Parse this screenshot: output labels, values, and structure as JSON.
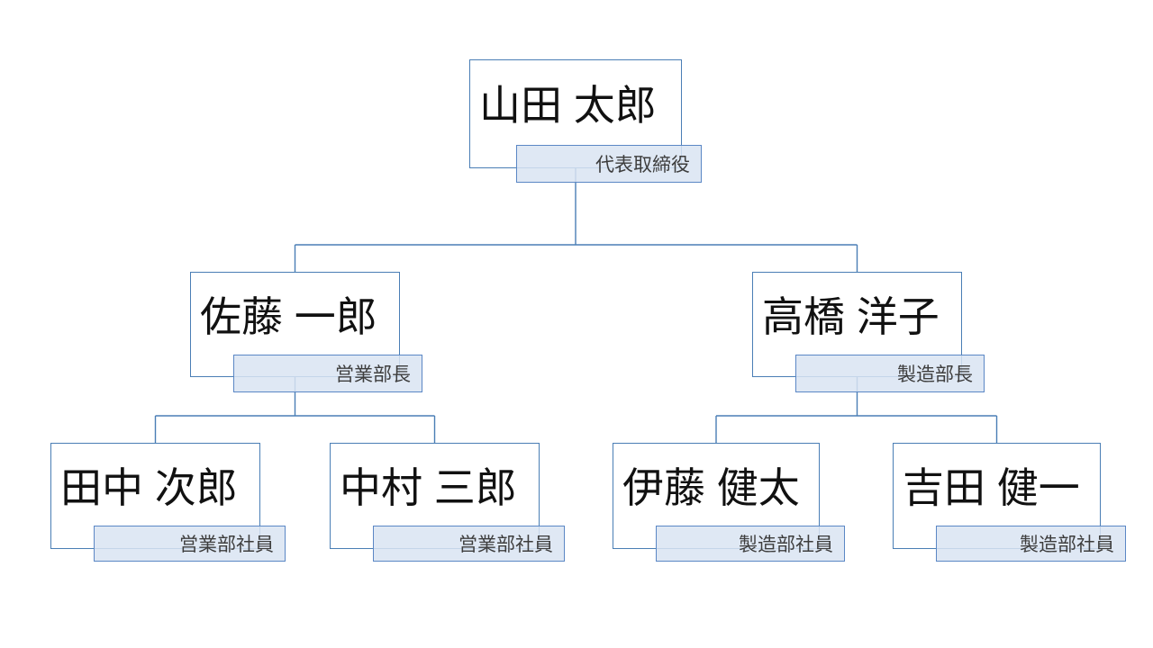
{
  "diagram": {
    "kind": "org-chart",
    "background_color": "#ffffff",
    "colors": {
      "box_fill": "#ffffff",
      "box_border": "#4a7eb5",
      "title_bar_fill": "#d9e4f2",
      "title_bar_border": "#5b87c5",
      "connector": "#4a7eb5",
      "name_text": "#111111",
      "title_text": "#3d3d3d"
    },
    "nodes": [
      {
        "id": "ceo",
        "name": "山田 太郎",
        "title": "代表取締役",
        "reports_to": null
      },
      {
        "id": "sales-mgr",
        "name": "佐藤 一郎",
        "title": "営業部長",
        "reports_to": "ceo"
      },
      {
        "id": "mfg-mgr",
        "name": "高橋 洋子",
        "title": "製造部長",
        "reports_to": "ceo"
      },
      {
        "id": "sales-emp-1",
        "name": "田中 次郎",
        "title": "営業部社員",
        "reports_to": "sales-mgr"
      },
      {
        "id": "sales-emp-2",
        "name": "中村 三郎",
        "title": "営業部社員",
        "reports_to": "sales-mgr"
      },
      {
        "id": "mfg-emp-1",
        "name": "伊藤 健太",
        "title": "製造部社員",
        "reports_to": "mfg-mgr"
      },
      {
        "id": "mfg-emp-2",
        "name": "吉田 健一",
        "title": "製造部社員",
        "reports_to": "mfg-mgr"
      }
    ]
  }
}
